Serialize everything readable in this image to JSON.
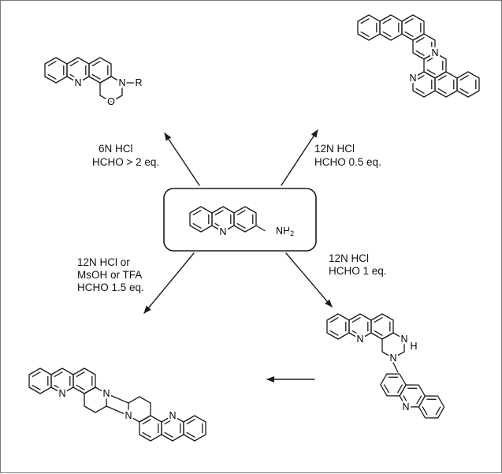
{
  "scheme": {
    "reactant": {
      "ring_n": "N",
      "amine_nh": "NH",
      "amine_sub": "2"
    },
    "conditions": {
      "top_left": [
        "6N HCl",
        "HCHO > 2 eq."
      ],
      "top_right": [
        "12N HCl",
        "HCHO 0.5 eq."
      ],
      "bottom_left": [
        "12N HCl or",
        "MsOH or TFA",
        "HCHO 1.5 eq."
      ],
      "bottom_right": [
        "12N HCl",
        "HCHO 1 eq."
      ]
    },
    "products": {
      "top_left": {
        "acridine_n": "N",
        "oxazine_n": "N",
        "r_group": "R",
        "oxazine_o": "O"
      },
      "top_right": {
        "upper_n": "N",
        "lower_n": "N"
      },
      "bottom_left": {
        "left_acridine_n": "N",
        "bridge_n1": "N",
        "bridge_n2": "N",
        "right_acridine_n": "N"
      },
      "bottom_right": {
        "acridine_n": "N",
        "aminal_nh_n": "N",
        "aminal_nh_h": "H",
        "aminal_n": "N",
        "lower_acridine_n": "N"
      }
    }
  }
}
